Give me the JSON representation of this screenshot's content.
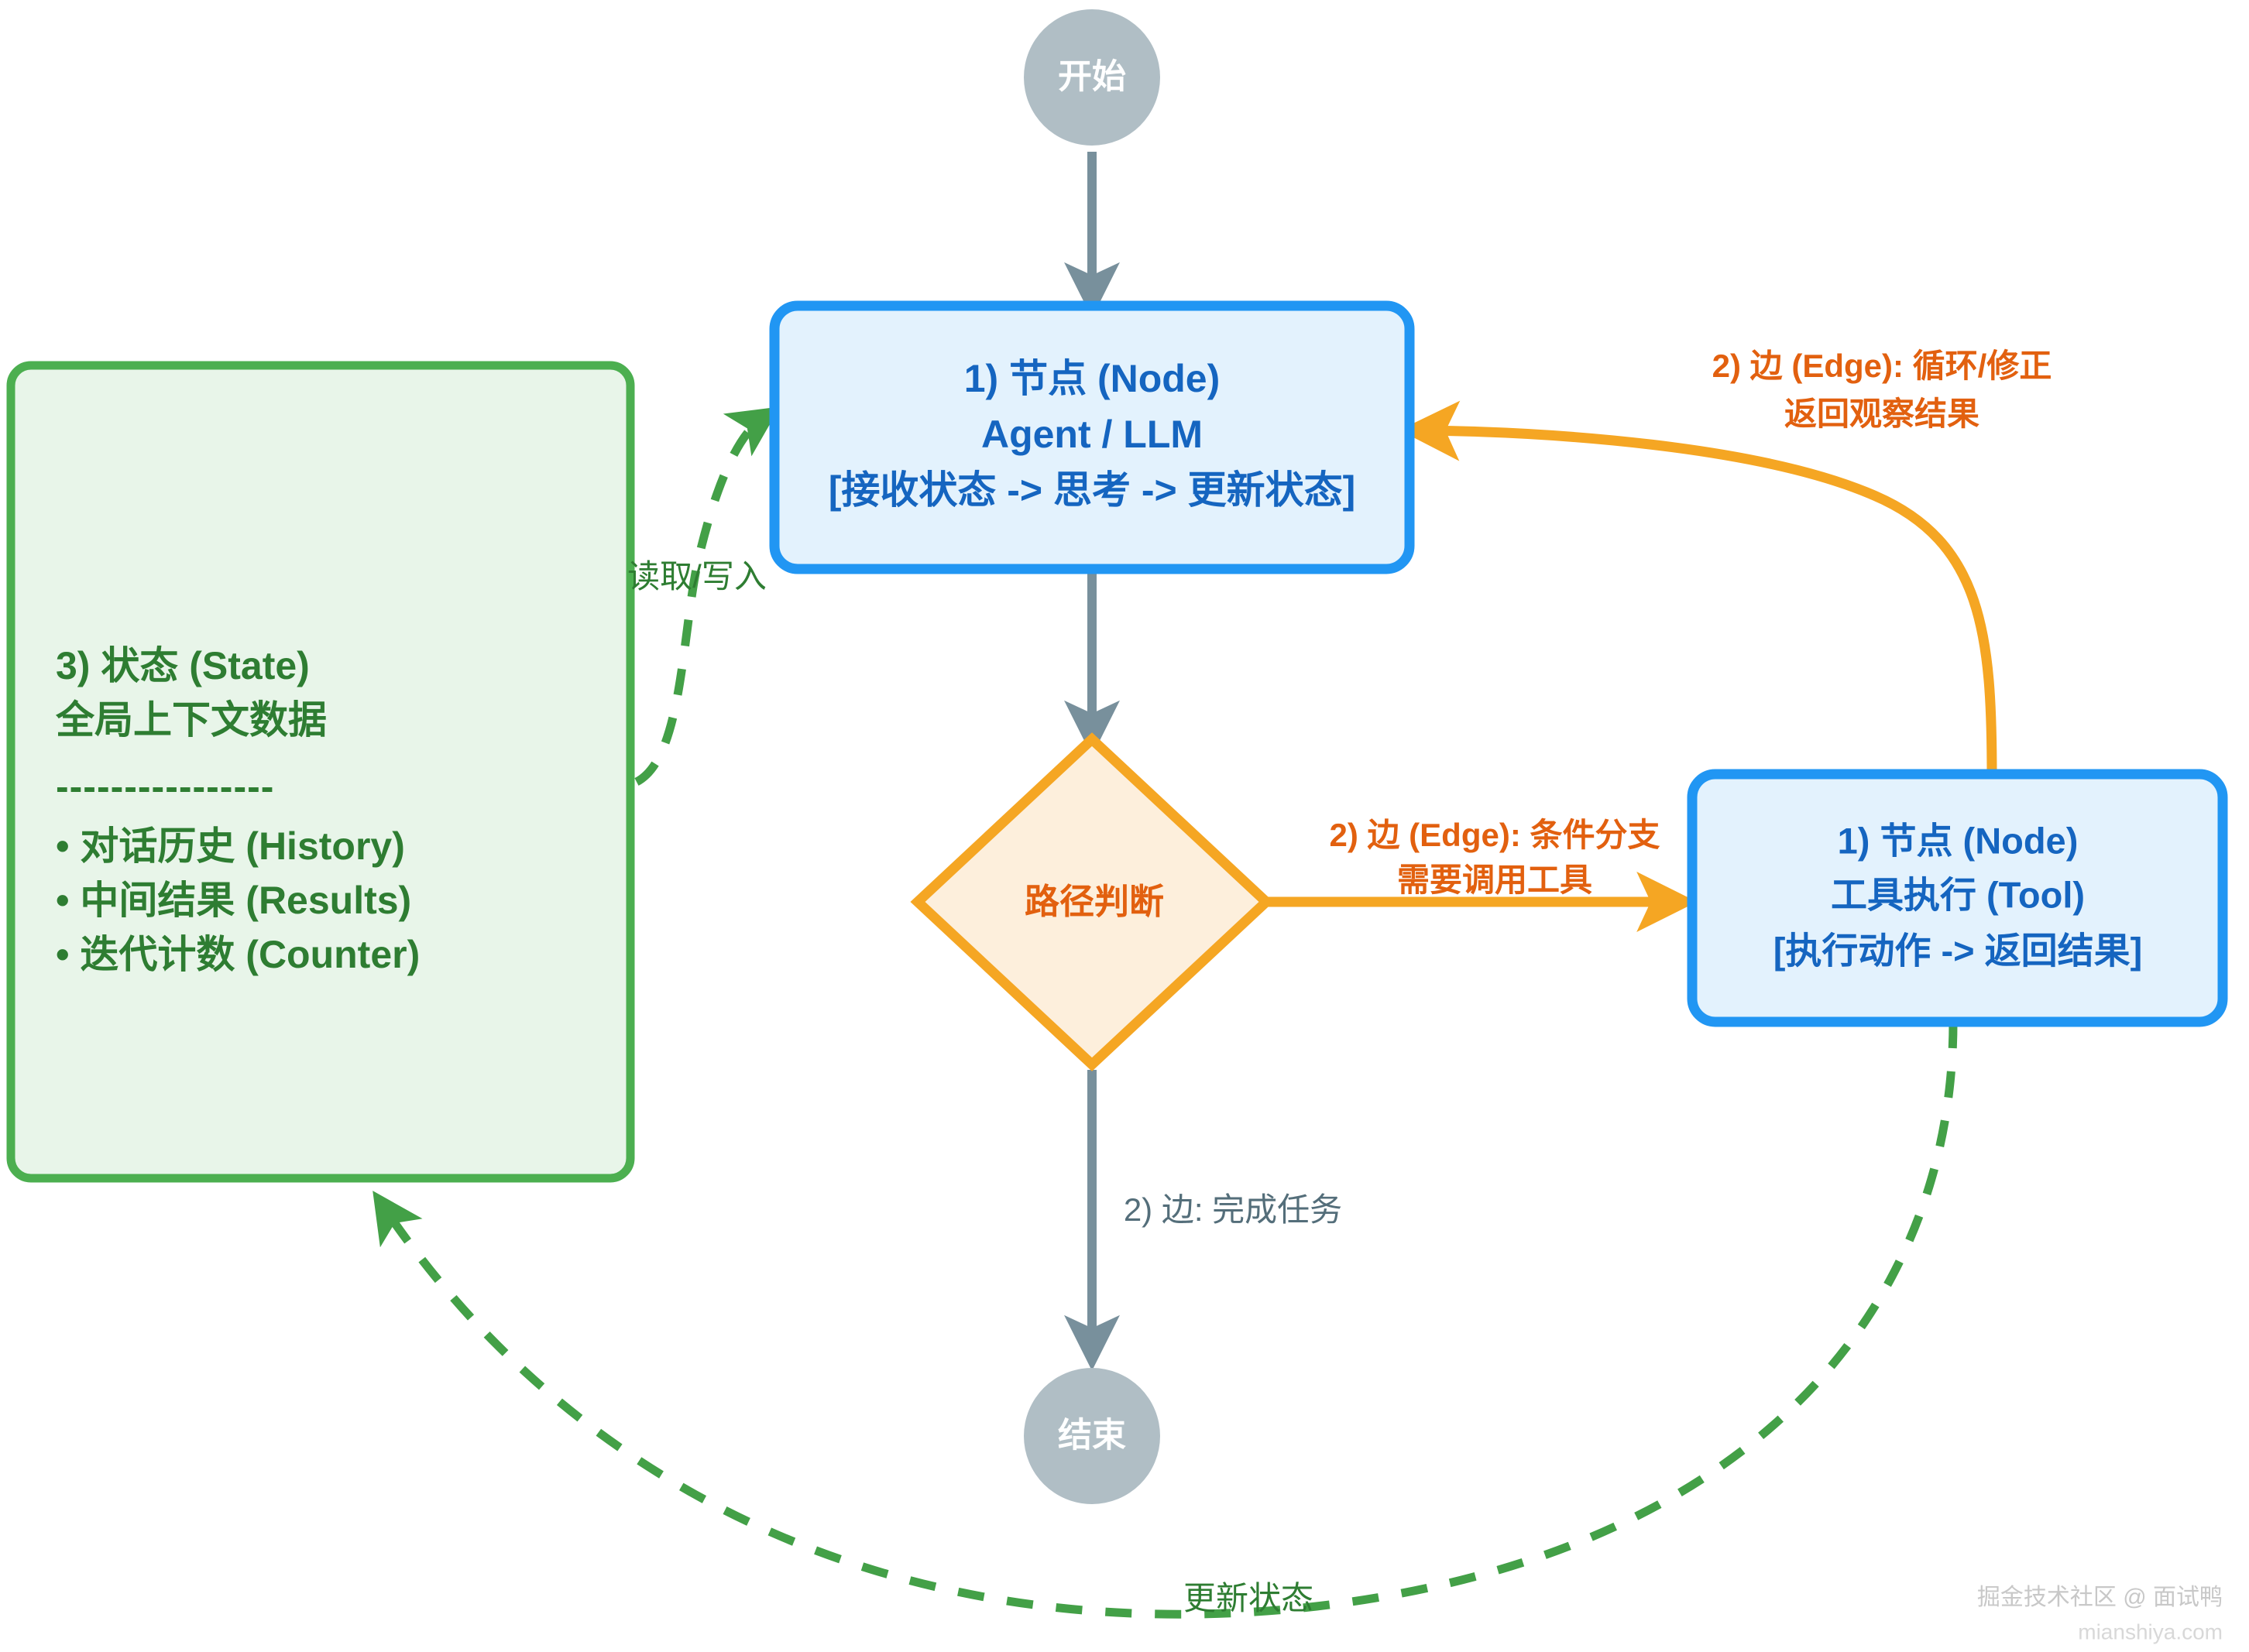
{
  "diagram": {
    "title": "LangGraph Agent 节点/边/状态 流程图",
    "colors": {
      "node_fill": "#e3f2fd",
      "node_stroke": "#2196f3",
      "node_text": "#1565c0",
      "terminal_fill": "#b0bec5",
      "terminal_text": "#ffffff",
      "decision_fill": "#fdefdc",
      "decision_stroke": "#f5a623",
      "decision_text": "#e2600f",
      "state_fill": "#e8f5e9",
      "state_stroke": "#4caf50",
      "state_text": "#2e7d32",
      "edge_gray": "#78909c",
      "edge_orange": "#f5a623",
      "edge_orange_text": "#e2600f",
      "edge_green": "#43a047",
      "edge_gray_text": "#546e7a"
    }
  },
  "nodes": {
    "start": {
      "label": "开始"
    },
    "end": {
      "label": "结束"
    },
    "agent": {
      "line1": "1) 节点 (Node)",
      "line2": "Agent / LLM",
      "line3": "[接收状态 -> 思考 -> 更新状态]"
    },
    "decision": {
      "label": "路径判断"
    },
    "tool": {
      "line1": "1) 节点 (Node)",
      "line2": "工具执行 (Tool)",
      "line3": "[执行动作 -> 返回结果]"
    },
    "state": {
      "title_line1": "3) 状态 (State)",
      "title_line2": "全局上下文数据",
      "separator": "----------------",
      "bullets": [
        "• 对话历史 (History)",
        "• 中间结果 (Results)",
        "• 迭代计数 (Counter)"
      ]
    }
  },
  "edges": {
    "loop_back": {
      "line1": "2) 边 (Edge): 循环/修正",
      "line2": "返回观察结果"
    },
    "conditional": {
      "line1": "2) 边 (Edge): 条件分支",
      "line2": "需要调用工具"
    },
    "finish": {
      "label": "2) 边: 完成任务"
    },
    "read_write": {
      "label": "读取/写入"
    },
    "update_state": {
      "label": "更新状态"
    }
  },
  "watermark": {
    "line1": "掘金技术社区 @ 面试鸭",
    "line2": "mianshiya.com"
  }
}
